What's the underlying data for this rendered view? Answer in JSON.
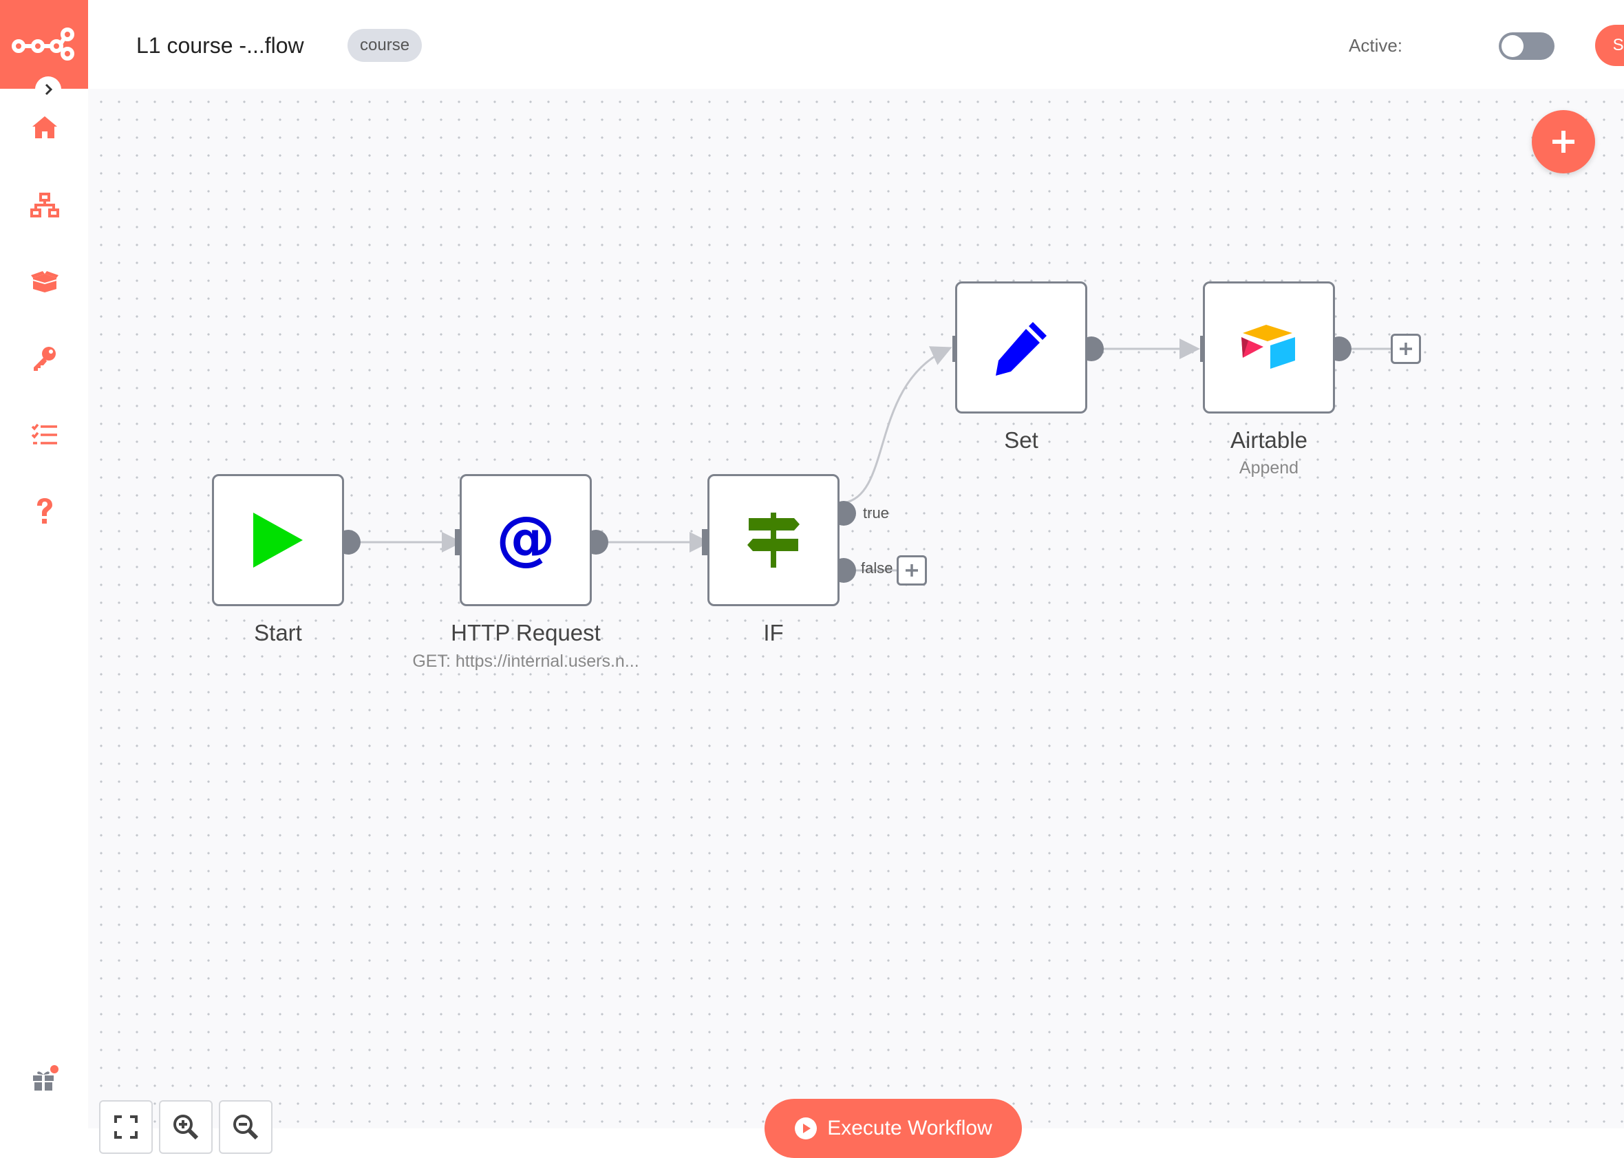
{
  "workflow": {
    "title": "L1 course -...flow",
    "tag": "course"
  },
  "header": {
    "active_label": "Active:",
    "active": false,
    "save_label": "Save"
  },
  "sidebar": {
    "items": [
      {
        "icon": "home-icon"
      },
      {
        "icon": "network-icon"
      },
      {
        "icon": "box-open-icon"
      },
      {
        "icon": "key-icon"
      },
      {
        "icon": "tasks-icon"
      },
      {
        "icon": "question-icon"
      }
    ],
    "bottom_icon": "gift-icon"
  },
  "nodes": [
    {
      "name": "Start",
      "subtitle": "",
      "icon": "play-icon"
    },
    {
      "name": "HTTP Request",
      "subtitle": "GET: https://internal.users.n...",
      "icon": "at-icon"
    },
    {
      "name": "IF",
      "subtitle": "",
      "icon": "signpost-icon",
      "outputs": [
        "true",
        "false"
      ]
    },
    {
      "name": "Set",
      "subtitle": "",
      "icon": "pencil-icon"
    },
    {
      "name": "Airtable",
      "subtitle": "Append",
      "icon": "airtable-icon"
    }
  ],
  "controls": {
    "execute_label": "Execute Workflow"
  },
  "colors": {
    "accent": "#ff6d5a",
    "connector": "#7d828c",
    "http_icon": "#0000d8",
    "start_icon": "#00e000",
    "if_icon": "#408000",
    "set_icon": "#0000ff"
  }
}
